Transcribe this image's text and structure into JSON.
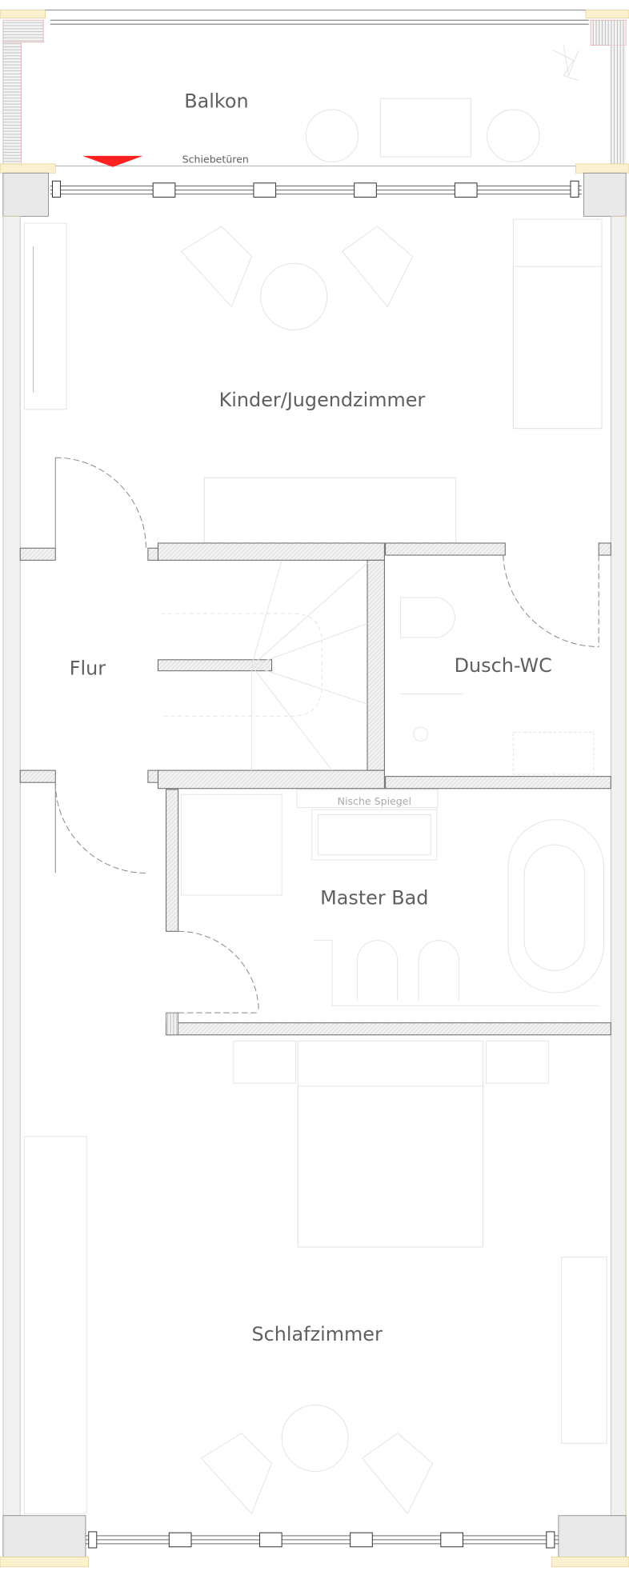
{
  "plan": {
    "rooms": {
      "balkon": "Balkon",
      "kinder": "Kinder/Jugendzimmer",
      "flur": "Flur",
      "dusch_wc": "Dusch-WC",
      "master_bad": "Master Bad",
      "schlafzimmer": "Schlafzimmer"
    },
    "annotations": {
      "schiebetueren": "Schiebetüren",
      "nische_spiegel": "Nische Spiegel"
    },
    "colors": {
      "arrow": "#ff2020",
      "label": "#5f5f5f",
      "wall_line": "#666666"
    }
  }
}
